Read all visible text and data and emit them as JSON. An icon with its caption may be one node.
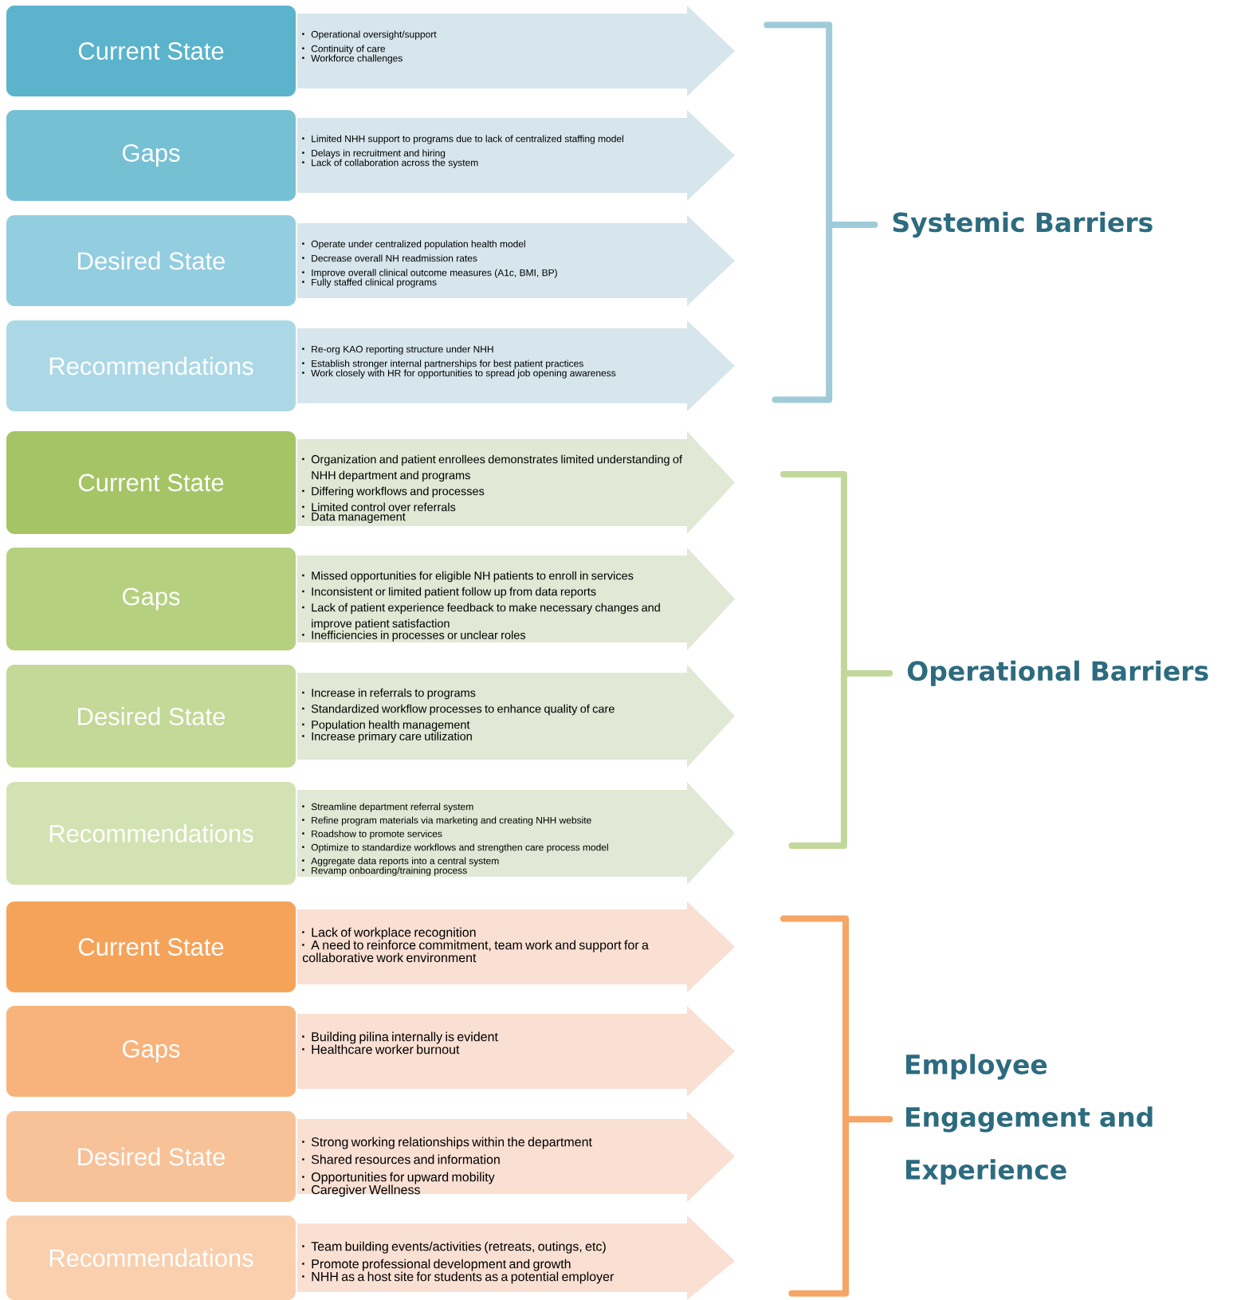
{
  "diagram": {
    "nodes": [
      {
        "text": [
          "Current State"
        ]
      },
      {
        "text": [
          "Operational oversight/support",
          "Continuity of care",
          "Workforce challenges"
        ]
      },
      {
        "text": [
          "Gaps"
        ]
      },
      {
        "text": [
          "Limited NHH support to programs due to lack of centralized staffing model",
          "Delays in recruitment and hiring",
          "Lack of collaboration across the system"
        ]
      },
      {
        "text": [
          "Desired State"
        ]
      },
      {
        "text": [
          "Operate under centralized population health model",
          "Decrease overall NH readmission rates",
          "Improve overall clinical outcome measures (A1c, BMI, BP)",
          "Fully staffed clinical programs"
        ]
      },
      {
        "text": [
          "Recommendations"
        ]
      },
      {
        "text": [
          "Re-org KAO reporting structure under NHH",
          "Establish stronger internal partnerships for best patient practices",
          "Work closely with HR for opportunities to spread job opening awareness"
        ]
      },
      {
        "text": [
          "Current State"
        ]
      },
      {
        "text": [
          "Organization and patient enrollees demonstrates limited understanding of NHH department and programs",
          "Differing workflows and processes",
          "Limited control over referrals",
          "Data management"
        ]
      },
      {
        "text": [
          "Gaps"
        ]
      },
      {
        "text": [
          "Missed opportunities for eligible NH patients to enroll in services",
          "Inconsistent or limited patient follow up from data reports",
          "Lack of patient experience feedback to make necessary changes and improve patient satisfaction",
          "Inefficiencies in processes or unclear roles"
        ]
      },
      {
        "text": [
          "Desired State"
        ]
      },
      {
        "text": [
          "Increase in referrals to programs",
          "Standardized workflow processes to enhance quality of care",
          "Population health management",
          "Increase primary care utilization"
        ]
      },
      {
        "text": [
          "Recommendations"
        ]
      },
      {
        "text": [
          "Streamline department referral system",
          "Refine program materials via marketing and creating NHH website",
          "Roadshow to promote services",
          "Optimize to standardize workflows and strengthen care process model",
          "Aggregate data reports into a central system",
          "Revamp onboarding/training process"
        ]
      },
      {
        "text": [
          "Current State"
        ]
      },
      {
        "text": [
          "Lack of workplace recognition",
          "A need to reinforce commitment, team work and support for a collaborative work environment"
        ]
      },
      {
        "text": [
          "Gaps"
        ]
      },
      {
        "text": [
          "Building pilina internally is evident",
          "Healthcare worker burnout"
        ]
      },
      {
        "text": [
          "Desired State"
        ]
      },
      {
        "text": [
          "Strong working relationships within the department",
          "Shared resources and information",
          "Opportunities for upward mobility",
          "Caregiver Wellness"
        ]
      },
      {
        "text": [
          "Recommendations"
        ]
      },
      {
        "text": [
          "Team building events/activities (retreats, outings, etc)",
          "Promote professional development and growth",
          "NHH as a host site for students as a potential employer"
        ]
      }
    ],
    "labels": [
      "Systemic Barriers",
      "Operational Barriers",
      "Employee Engagement and Experience"
    ]
  }
}
